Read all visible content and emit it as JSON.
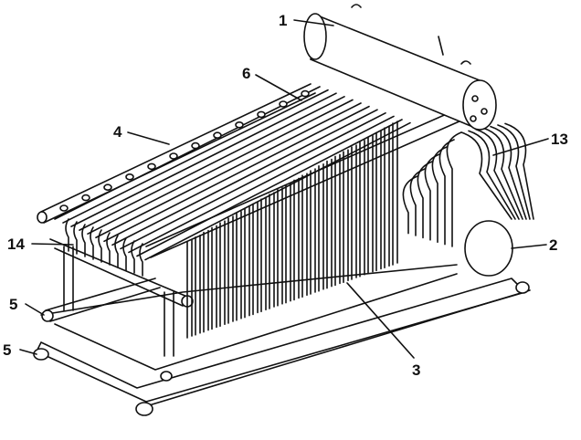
{
  "diagram": {
    "subject": "boiler",
    "labels": {
      "drum_upper": "1",
      "drum_lower": "2",
      "tube_bank_rear": "3",
      "header_side": "4",
      "frame_lower_1": "5",
      "frame_lower_2": "5",
      "roof_tubes": "6",
      "rear_tubes": "13",
      "front_header": "14"
    }
  }
}
